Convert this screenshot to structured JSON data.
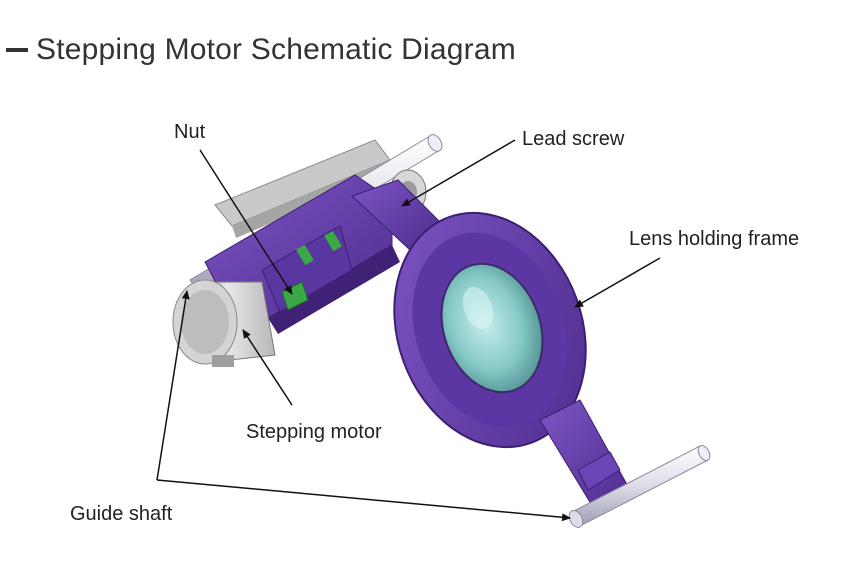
{
  "title": "Stepping Motor Schematic Diagram",
  "labels": {
    "nut": "Nut",
    "lead_screw": "Lead screw",
    "lens_holding_frame": "Lens holding frame",
    "stepping_motor": "Stepping motor",
    "guide_shaft": "Guide shaft"
  },
  "colors": {
    "frame_purple": "#6a3fb0",
    "frame_dark": "#4b2a85",
    "lens": "#7fc7c4",
    "motor": "#cfcfcf",
    "shaft": "#e6e6ef",
    "nut_green": "#3aa845"
  }
}
